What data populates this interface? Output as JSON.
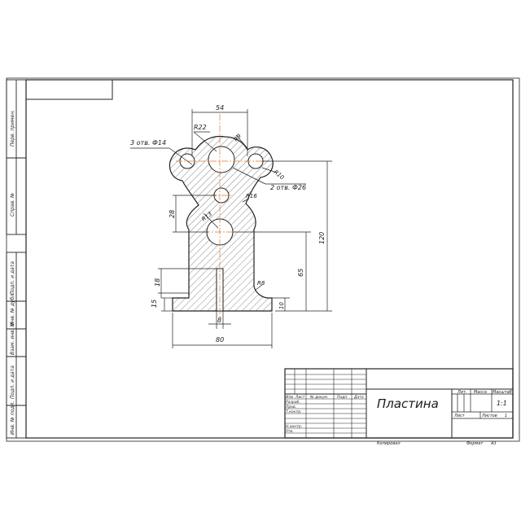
{
  "drawing": {
    "dimensions": {
      "top_width": "54",
      "r22": "R22",
      "r9": "R9",
      "r10": "R10",
      "holes3": "3 отв. Ф14",
      "holes2": "2 отв. Ф26",
      "r16": "R16",
      "r13": "R13",
      "d28": "28",
      "d120": "120",
      "d65": "65",
      "d18": "18",
      "d15": "15",
      "r8": "R8",
      "d10": "10",
      "d8": "8",
      "d80": "80"
    },
    "side_stamps": [
      "Перв. примен.",
      "Справ. №",
      "Подп. и дата",
      "Инв. № дубл.",
      "Взам. инв. №",
      "Подп. и дата",
      "Инв. № подл."
    ]
  },
  "title_block": {
    "name": "Пластина",
    "headers": {
      "izm": "Изм",
      "list": "Лист",
      "doc": "№ докум.",
      "podp": "Подп.",
      "data": "Дата",
      "lit": "Лит.",
      "massa": "Масса",
      "masshtab": "Масштаб"
    },
    "roles": [
      "Разраб.",
      "Пров.",
      "Т.контр.",
      "Н.контр.",
      "Утв."
    ],
    "scale": "1:1",
    "sheet_label": "Лист",
    "sheets_label": "Листов",
    "sheets_value": "1",
    "copied": "Копировал",
    "format_label": "Формат",
    "format_value": "A3"
  }
}
